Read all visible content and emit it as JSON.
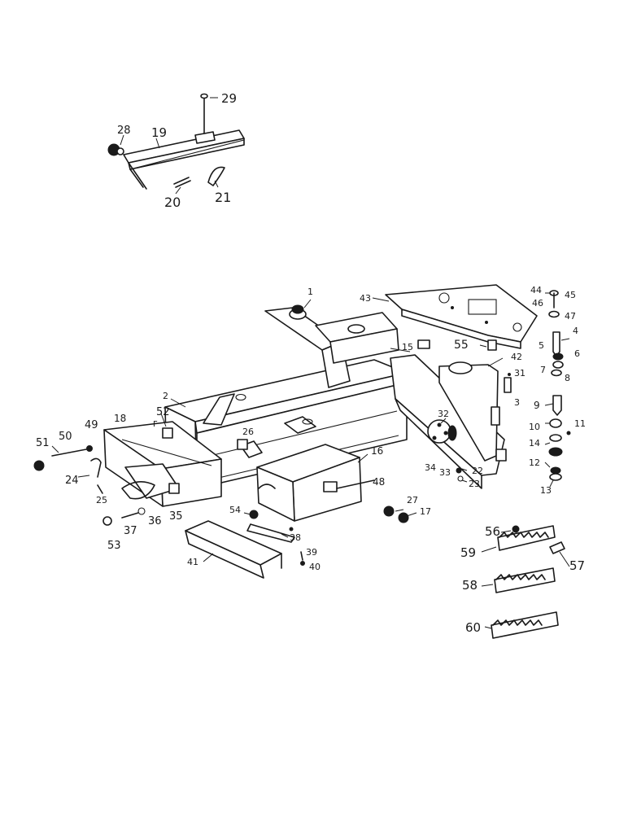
{
  "diagram": {
    "callouts": [
      "1",
      "2",
      "3",
      "4",
      "5",
      "6",
      "7",
      "8",
      "9",
      "10",
      "11",
      "12",
      "13",
      "14",
      "15",
      "16",
      "17",
      "18",
      "19",
      "20",
      "21",
      "22",
      "23",
      "24",
      "25",
      "26",
      "27",
      "28",
      "29",
      "31",
      "32",
      "33",
      "34",
      "35",
      "36",
      "37",
      "38",
      "39",
      "40",
      "41",
      "42",
      "43",
      "44",
      "45",
      "46",
      "47",
      "48",
      "49",
      "50",
      "51",
      "52",
      "53",
      "54",
      "55",
      "56",
      "57",
      "58",
      "59",
      "60"
    ],
    "marks": [
      "F"
    ]
  },
  "colors": {
    "ink": "#1a1a1a",
    "paper": "#ffffff"
  }
}
